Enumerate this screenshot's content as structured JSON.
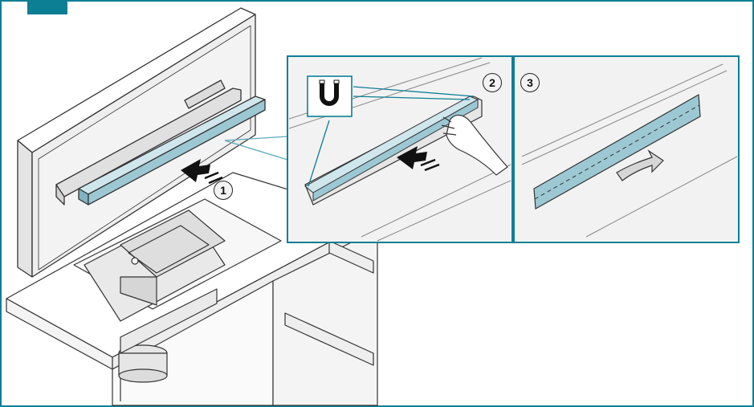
{
  "step_badge": "",
  "callouts": {
    "one": "1",
    "two": "2",
    "three": "3"
  },
  "colors": {
    "accent": "#0d7f95",
    "strip": "#9cc8d4",
    "line": "#333333",
    "panel_fill": "#f2f2f2"
  },
  "icons": [
    "magnet-icon",
    "push-arrow-icon",
    "hand-icon",
    "curved-arrow-icon"
  ]
}
